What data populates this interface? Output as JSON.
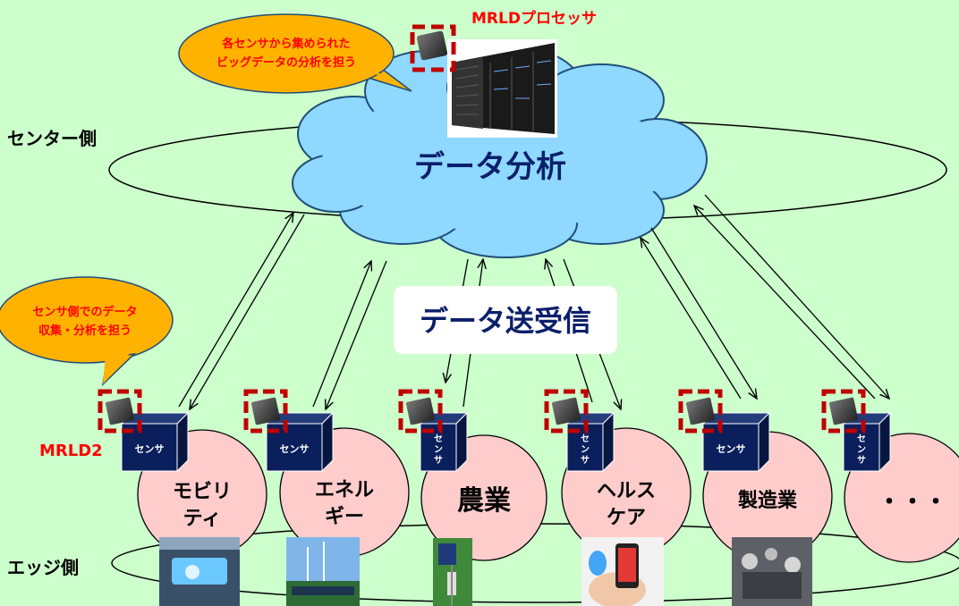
{
  "labels": {
    "center_side": "センター側",
    "edge_side": "エッジ側",
    "data_analysis": "データ分析",
    "data_transfer": "データ送受信",
    "mrld_processor": "MRLDプロセッサ",
    "mrld2": "MRLD2"
  },
  "callouts": {
    "center": [
      "各センサから集められた",
      "ビッグデータの分析を担う"
    ],
    "edge": [
      "センサ側でのデータ",
      "収集・分析を担う"
    ]
  },
  "sensors": [
    {
      "label": [
        "センサ"
      ]
    },
    {
      "label": [
        "センサ"
      ]
    },
    {
      "label": [
        "セ",
        "ン",
        "サ"
      ]
    },
    {
      "label": [
        "セ",
        "ン",
        "サ"
      ]
    },
    {
      "label": [
        "センサ"
      ]
    },
    {
      "label": [
        "セ",
        "ン",
        "サ"
      ]
    }
  ],
  "domains": [
    {
      "label": [
        "モビリ",
        "ティ"
      ]
    },
    {
      "label": [
        "エネル",
        "ギー"
      ]
    },
    {
      "label": [
        "農業"
      ]
    },
    {
      "label": [
        "ヘルス",
        "ケア"
      ]
    },
    {
      "label": [
        "製造業"
      ]
    },
    {
      "label": [
        "・・・"
      ]
    }
  ],
  "colors": {
    "background": "#ccffcc",
    "cloud": "#8fd8ff",
    "domain_circle": "#ffcccc",
    "sensor_box": "#0a1f5c",
    "callout": "#ffb300",
    "callout_text": "#ff0000",
    "highlight": "#c00000",
    "title_text": "#0b1f6b"
  }
}
